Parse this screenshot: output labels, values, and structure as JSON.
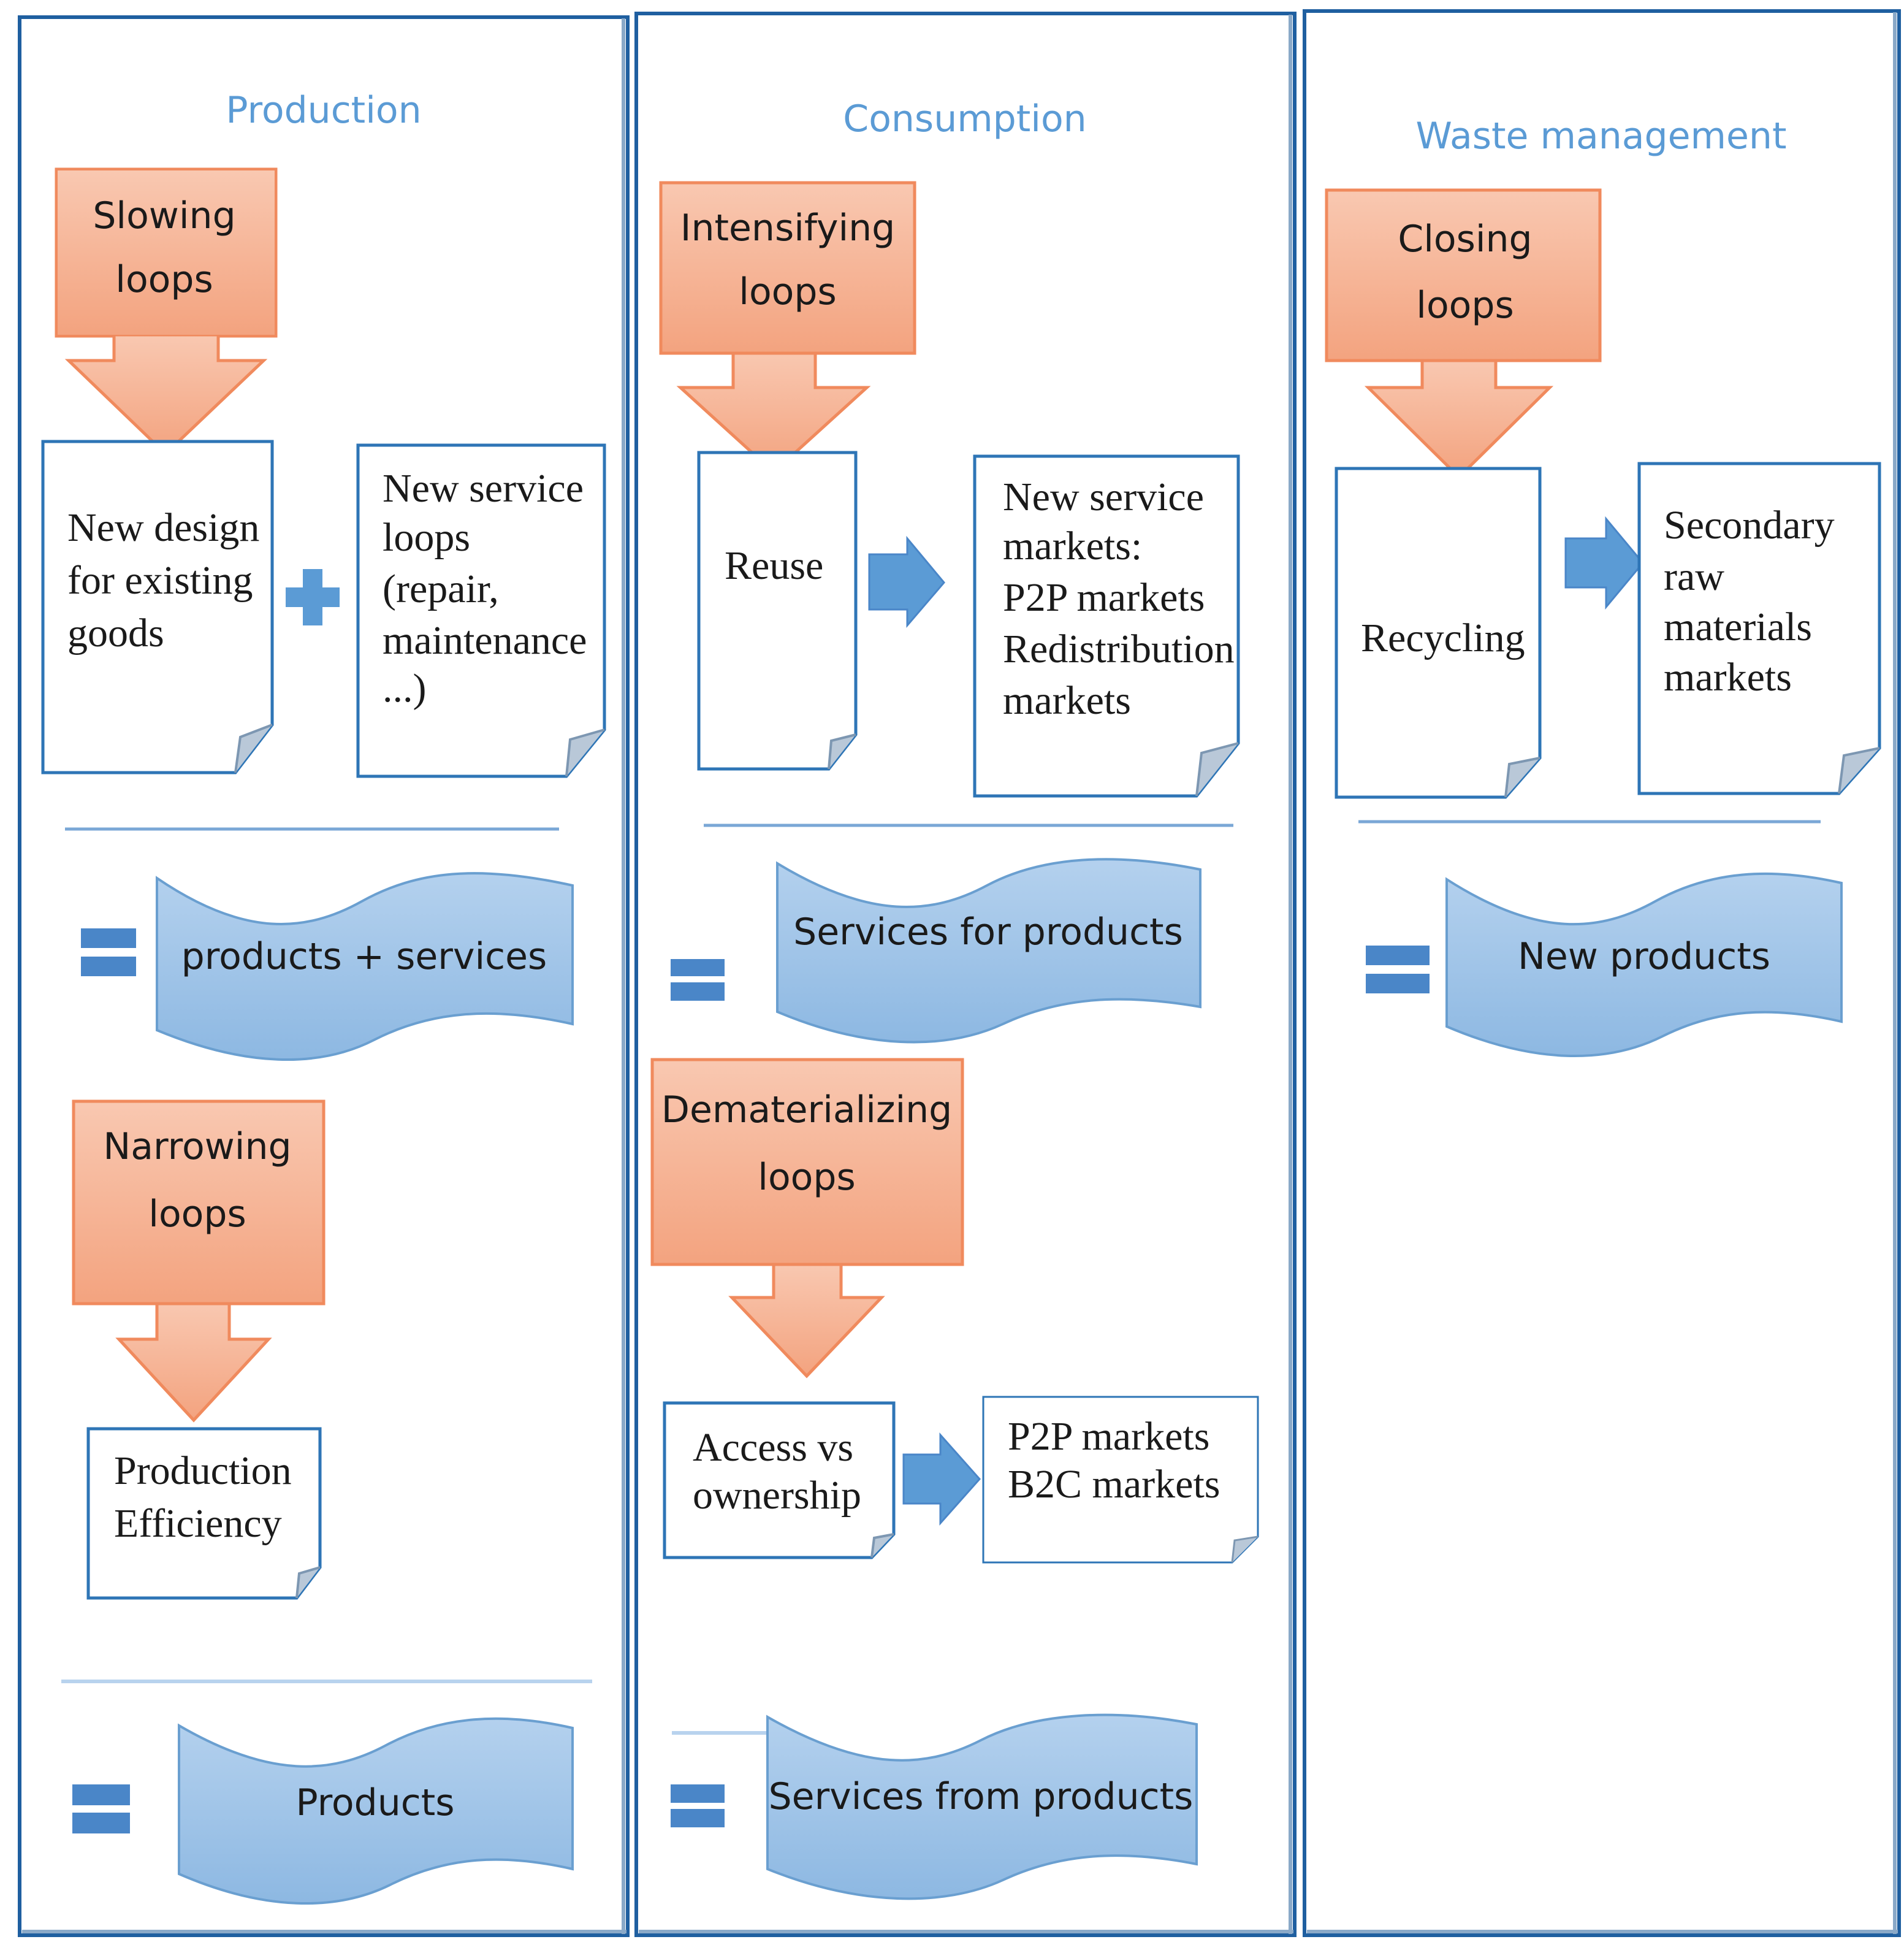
{
  "columns": [
    {
      "heading": "Production"
    },
    {
      "heading": "Consumption"
    },
    {
      "heading": "Waste management"
    }
  ],
  "loops": {
    "slowing": [
      "Slowing",
      "loops"
    ],
    "narrowing": [
      "Narrowing",
      "loops"
    ],
    "intensifying": [
      "Intensifying",
      "loops"
    ],
    "dematerializing": [
      "Dematerializing",
      "loops"
    ],
    "closing": [
      "Closing",
      "loops"
    ]
  },
  "documents": {
    "new_design": [
      "New design",
      "for existing",
      "goods"
    ],
    "new_service_loops": [
      "New service",
      "loops",
      "(repair,",
      "maintenance",
      "...)"
    ],
    "production_efficiency": [
      "Production",
      "Efficiency"
    ],
    "reuse": [
      "Reuse"
    ],
    "new_service_markets": [
      "New service",
      "markets:",
      "P2P markets",
      "Redistribution",
      "markets"
    ],
    "access_vs_ownership": [
      "Access vs",
      "ownership"
    ],
    "p2p_b2c": [
      "P2P markets",
      "B2C markets"
    ],
    "recycling": [
      "Recycling"
    ],
    "secondary_raw": [
      "Secondary",
      "raw",
      "materials",
      "markets"
    ]
  },
  "banners": {
    "products_services": "products + services",
    "products": "Products",
    "services_for_products": "Services for products",
    "services_from_products": "Services from products",
    "new_products": "New products"
  },
  "colors": {
    "heading": "#5b9bd5",
    "loop_fill": "#f6b79a",
    "loop_arrow": "#f4a17f",
    "doc_border": "#2e75b6",
    "banner_fill": "#9dc3e6",
    "banner_stroke": "#6a9fd0",
    "connector": "#4a86c8"
  }
}
